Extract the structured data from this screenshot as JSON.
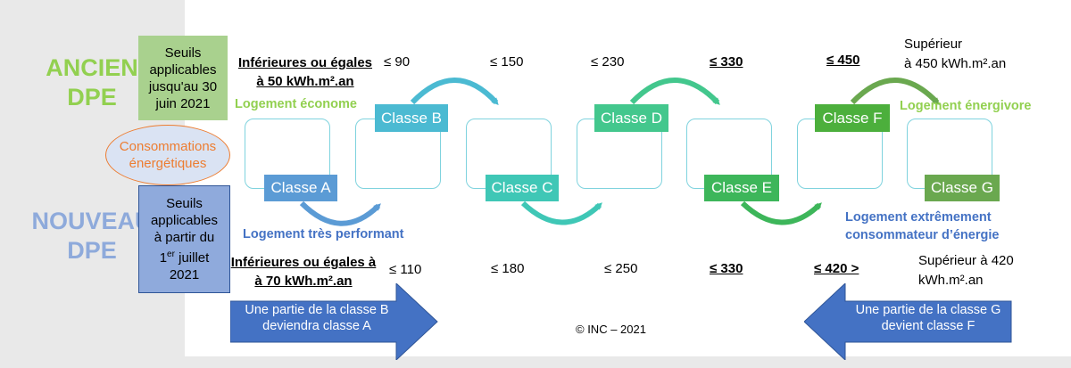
{
  "side": {
    "ancien_line1": "ANCIEN",
    "ancien_line2": "DPE",
    "nouveau_line1": "NOUVEAU",
    "nouveau_line2": "DPE",
    "ancien_box": [
      "Seuils",
      "applicables",
      "jusqu'au 30",
      "juin 2021"
    ],
    "consommations": [
      "Consommations",
      "énergétiques"
    ],
    "nouveau_box_1": [
      "Seuils",
      "applicables",
      "à partir du"
    ],
    "nouveau_box_ordinal_num": "1",
    "nouveau_box_ordinal_sup": "er",
    "nouveau_box_ordinal_rest": " juillet",
    "nouveau_box_year": "2021"
  },
  "colors": {
    "ancien_green": "#92d050",
    "nouveau_blue": "#8eaadb",
    "box_green": "#a9d18e",
    "box_blue": "#8faadc",
    "ellipse_fill": "#dae3f3",
    "ellipse_text": "#ed7d31",
    "class_a": "#5b9bd5",
    "class_b": "#4bbad2",
    "class_c": "#3fc7b6",
    "class_d": "#43c78d",
    "class_e": "#3db65a",
    "class_f": "#4caf3c",
    "class_g": "#6aa84f",
    "label_green": "#92d050",
    "label_blue": "#4472c4",
    "big_arrow": "#4472c4"
  },
  "classes": [
    "Classe A",
    "Classe B",
    "Classe C",
    "Classe D",
    "Classe E",
    "Classe F",
    "Classe G"
  ],
  "ancien": {
    "first_line1": "Inférieures ou égales",
    "first_line2": "à 50 kWh.m².an",
    "t1": "≤ 90",
    "t2": "≤ 150",
    "t3": "≤ 230",
    "t4": "≤ 330",
    "t5": "≤ 450",
    "last_line1": "Supérieur",
    "last_line2": "à 450 kWh.m².an"
  },
  "nouveau": {
    "first_line1": "Inférieures ou égales à",
    "first_line2": "à 70 kWh.m².an",
    "t1": "≤ 110",
    "t2": "≤ 180",
    "t3": "≤ 250",
    "t4": "≤ 330",
    "t5": "≤ 420 >",
    "last_line1": "Supérieur à 420",
    "last_line2": "kWh.m².an"
  },
  "labels": {
    "econome": "Logement économe",
    "energivore": "Logement énergivore",
    "tres_performant": "Logement très performant",
    "extreme_1": "Logement extrêmement",
    "extreme_2": "consommateur d’énergie"
  },
  "arrows": {
    "left_1": "Une partie de la classe B",
    "left_2": "deviendra classe A",
    "right_1": "Une partie de la classe G",
    "right_2": "devient classe F"
  },
  "copyright": "© INC – 2021"
}
